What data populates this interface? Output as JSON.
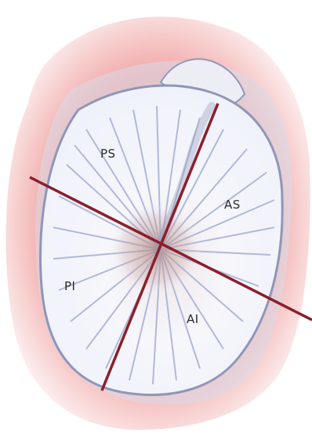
{
  "diagram": {
    "quadrant_labels": {
      "ps": "PS",
      "as": "AS",
      "pi": "PI",
      "ai": "AI"
    },
    "colors": {
      "background_tissue": "#f2a6a6",
      "disc_fill": "#f4f6fb",
      "disc_outline": "#8f96b8",
      "fiber_lines": "#a9b2d6",
      "center_stain": "#b58a84",
      "divider_lines": "#8a1f2b"
    }
  }
}
